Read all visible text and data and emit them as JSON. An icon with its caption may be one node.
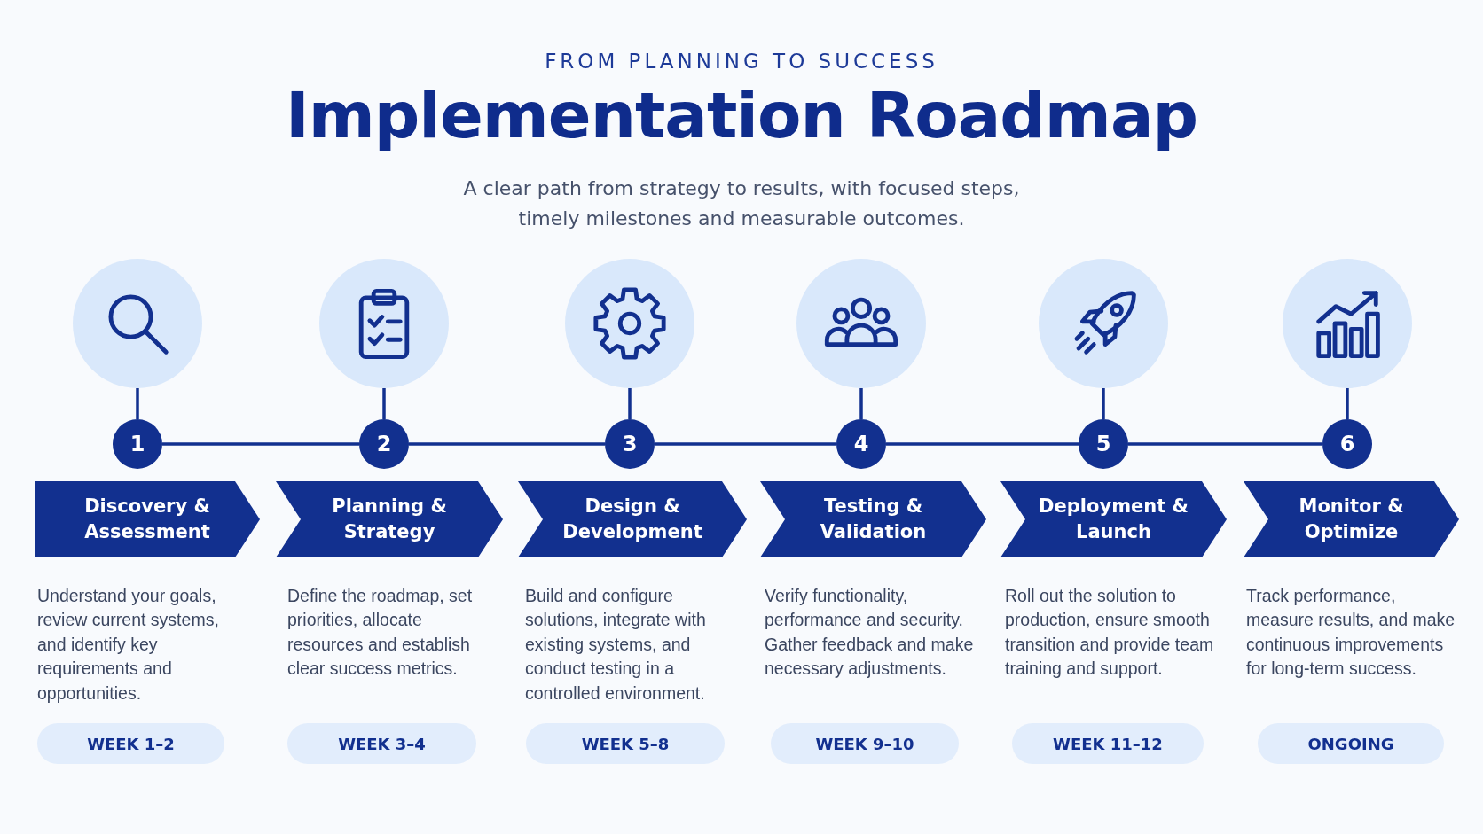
{
  "diagram": {
    "title": "Implementation Roadmap",
    "nodes": [
      {
        "text": [],
        "shape": "circle"
      },
      {
        "text": [],
        "shape": "circle"
      },
      {
        "text": [],
        "shape": "circle"
      },
      {
        "text": [],
        "shape": "circle"
      },
      {
        "text": [],
        "shape": "circle"
      },
      {
        "text": [],
        "shape": "circle"
      },
      {
        "text": [
          "1"
        ]
      },
      {
        "text": [
          "2"
        ]
      },
      {
        "text": [
          "3"
        ]
      },
      {
        "text": [
          "4"
        ]
      },
      {
        "text": [
          "5"
        ]
      },
      {
        "text": [
          "6"
        ]
      },
      {
        "text": [
          "Discovery & Assessment"
        ],
        "beside": [
          "Understand your goals, review current systems, and identify key requirements and opportunities."
        ]
      },
      {
        "text": [
          "Planning & Strategy"
        ],
        "beside": [
          "Define the roadmap, set priorities, allocate resources and establish clear success metrics."
        ]
      },
      {
        "text": [
          "Design & Development"
        ],
        "beside": [
          "Build and configure solutions, integrate with existing systems, and conduct testing in a controlled environment."
        ]
      },
      {
        "text": [
          "Testing & Validation"
        ],
        "beside": [
          "Verify functionality, performance and security. Gather feedback and make necessary adjustments."
        ]
      },
      {
        "text": [
          "Deployment & Launch"
        ],
        "beside": [
          "Roll out the solution to production, ensure smooth transition and provide team training and support."
        ]
      },
      {
        "text": [
          "Monitor & Optimize"
        ],
        "beside": [
          "Track performance, measure results, and make continuous improvements for long-term success."
        ]
      },
      {
        "text": [
          "WEEK 1–2"
        ]
      },
      {
        "text": [
          "WEEK 3–4"
        ]
      },
      {
        "text": [
          "WEEK 5–8"
        ]
      },
      {
        "text": [
          "WEEK 9–10"
        ]
      },
      {
        "text": [
          "WEEK 11–12"
        ]
      },
      {
        "text": [
          "ONGOING"
        ]
      }
    ],
    "edges": [
      {
        "from": 0,
        "to": 6,
        "arrow": "none"
      },
      {
        "from": 1,
        "to": 7,
        "arrow": "none"
      },
      {
        "from": 2,
        "to": 8,
        "arrow": "none"
      },
      {
        "from": 3,
        "to": 9,
        "arrow": "none"
      },
      {
        "from": 4,
        "to": 10,
        "arrow": "none"
      },
      {
        "from": 5,
        "to": 11,
        "arrow": "none"
      },
      {
        "from": 6,
        "to": 7,
        "arrow": "none"
      },
      {
        "from": 7,
        "to": 8,
        "arrow": "none"
      },
      {
        "from": 8,
        "to": 9,
        "arrow": "none"
      },
      {
        "from": 9,
        "to": 10,
        "arrow": "none"
      },
      {
        "from": 10,
        "to": 11,
        "arrow": "none"
      }
    ],
    "labels": [
      "FROM PLANNING TO SUCCESS",
      "A clear path from strategy to results, with focused steps, timely milestones and measurable outcomes."
    ]
  }
}
